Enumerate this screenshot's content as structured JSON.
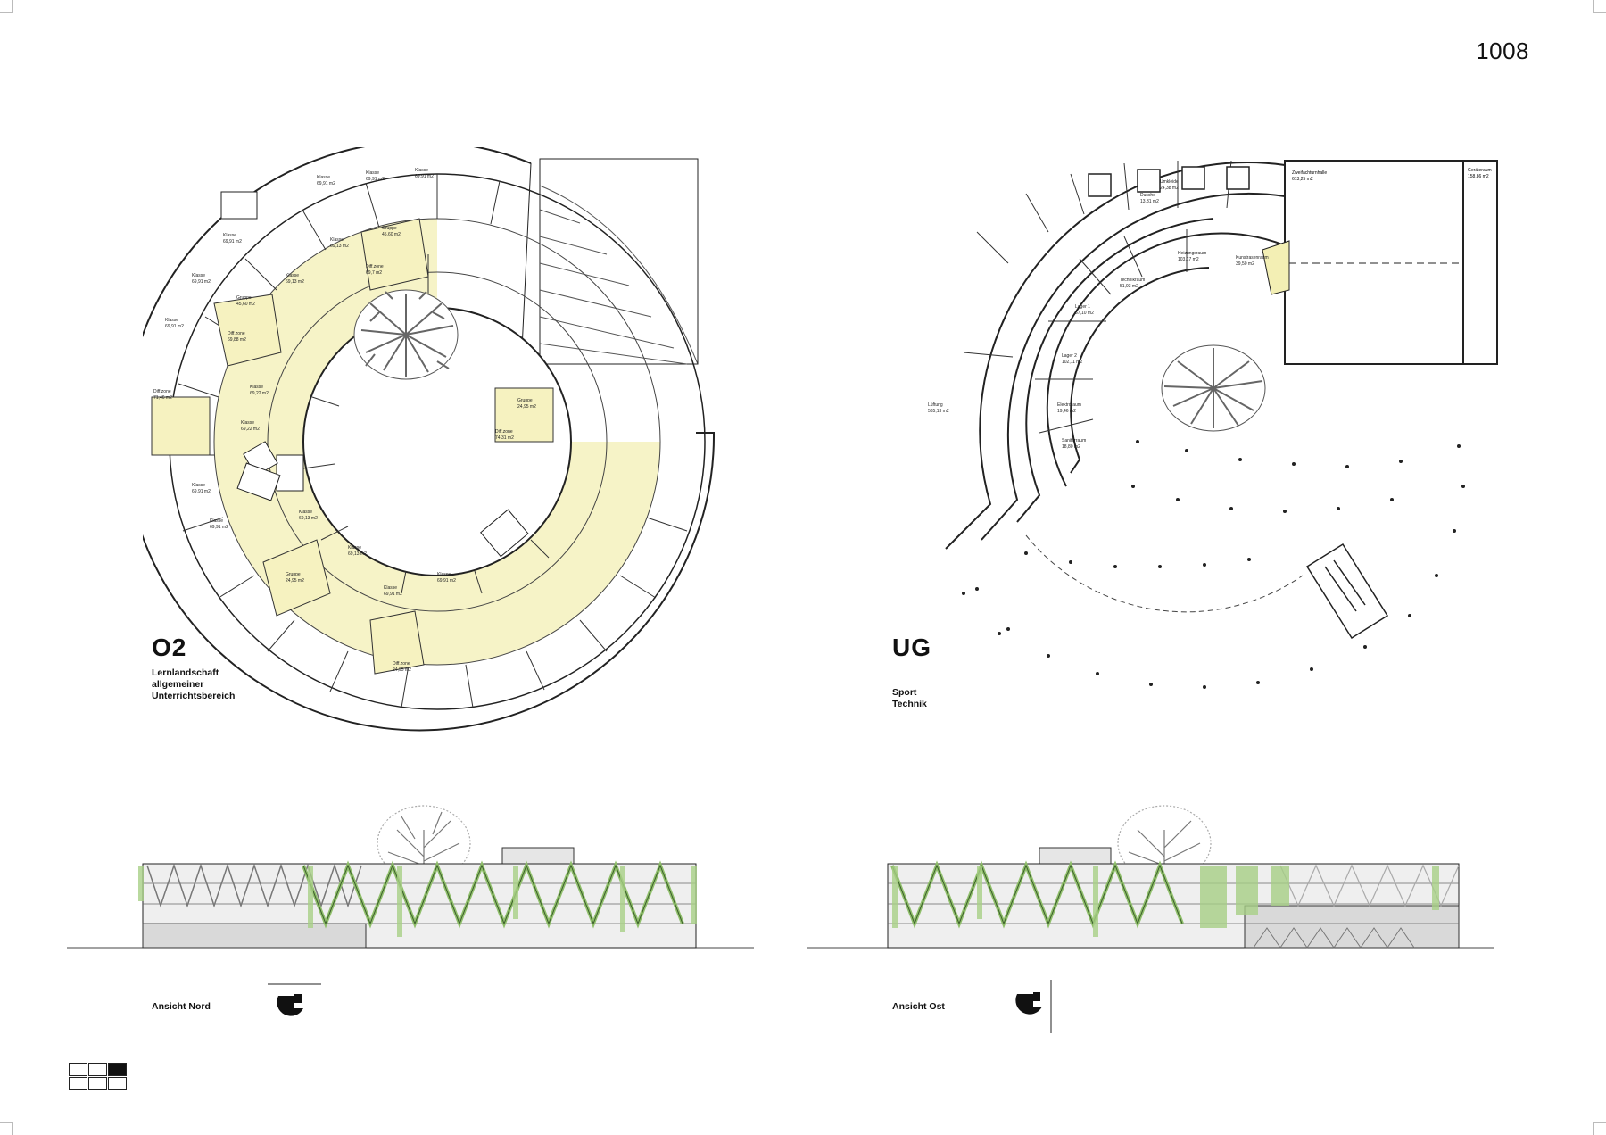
{
  "sheet": {
    "number": "1008"
  },
  "plan_left": {
    "code": "O2",
    "desc_lines": [
      "Lernlandschaft",
      "allgemeiner",
      "Unterrichtsbereich"
    ],
    "rooms": [
      {
        "label": "Klasse",
        "area": "69,91 m2"
      },
      {
        "label": "Klasse",
        "area": "69,91 m2"
      },
      {
        "label": "Klasse",
        "area": "69,91 m2"
      },
      {
        "label": "Klasse",
        "area": "69,91 m2"
      },
      {
        "label": "Klasse",
        "area": "69,91 m2"
      },
      {
        "label": "Klasse",
        "area": "69,91 m2"
      },
      {
        "label": "Klasse",
        "area": "69,13 m2"
      },
      {
        "label": "Klasse",
        "area": "69,13 m2"
      },
      {
        "label": "Klasse",
        "area": "69,22 m2"
      },
      {
        "label": "Klasse",
        "area": "69,22 m2"
      },
      {
        "label": "Klasse",
        "area": "69,13 m2"
      },
      {
        "label": "Klasse",
        "area": "69,13 m2"
      },
      {
        "label": "Klasse",
        "area": "69,91 m2"
      },
      {
        "label": "Klasse",
        "area": "69,91 m2"
      },
      {
        "label": "Klasse",
        "area": "69,91 m2"
      },
      {
        "label": "Klasse",
        "area": "69,91 m2"
      }
    ],
    "zones": [
      {
        "label": "Gruppe",
        "area": "45,60 m2"
      },
      {
        "label": "Diff.zone",
        "area": "69,7 m2"
      },
      {
        "label": "Gruppe",
        "area": "45,60 m2"
      },
      {
        "label": "Diff.zone",
        "area": "69,88 m2"
      },
      {
        "label": "Diff.zone",
        "area": "71,46 m2"
      },
      {
        "label": "Gruppe",
        "area": "24,95 m2"
      },
      {
        "label": "Diff.zone",
        "area": "74,31 m2"
      },
      {
        "label": "Gruppe",
        "area": "24,95 m2"
      },
      {
        "label": "Diff.zone",
        "area": "24,95 m2"
      }
    ]
  },
  "plan_right": {
    "code": "UG",
    "desc_lines": [
      "Sport",
      "Technik"
    ],
    "rooms": [
      {
        "label": "Heizungsraum",
        "area": "103,17 m2"
      },
      {
        "label": "Dusche",
        "area": "13,31 m2"
      },
      {
        "label": "Umkleide",
        "area": "24,38 m2"
      },
      {
        "label": "Lager 1",
        "area": "57,10 m2"
      },
      {
        "label": "Lager 2",
        "area": "102,11 m2"
      },
      {
        "label": "Elektroraum",
        "area": "19,46 m2"
      },
      {
        "label": "Lüftung",
        "area": "565,13 m2"
      },
      {
        "label": "Technikraum",
        "area": "51,93 m2"
      },
      {
        "label": "Sanitärraum",
        "area": "18,80 m2"
      },
      {
        "label": "Kunstrasenraum",
        "area": "39,50 m2"
      }
    ],
    "hall_label": "Zweifachturnhalle",
    "hall_area": "613,25 m2",
    "storage_label": "Geräteraum",
    "storage_area": "158,86 m2"
  },
  "elevations": [
    {
      "label": "Ansicht Nord"
    },
    {
      "label": "Ansicht Ost"
    }
  ],
  "colors": {
    "highlight": "#f3efb4",
    "line": "#222222",
    "green": "#8fbf6a",
    "grey_fill": "#d9d9d9"
  }
}
